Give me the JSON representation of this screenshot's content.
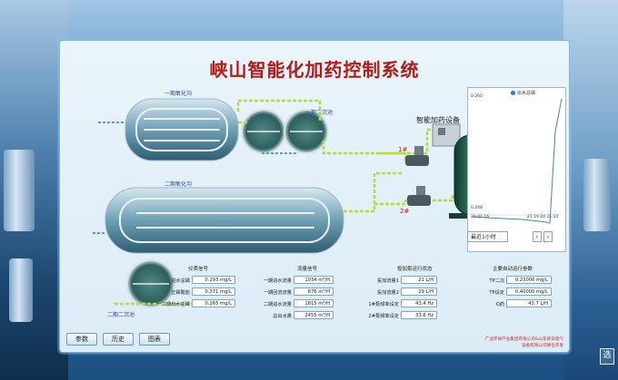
{
  "title": "峡山智能化加药控制系统",
  "diagram": {
    "label_ditch1": "一期氧化沟",
    "label_clarifier1": "一期二沉池",
    "label_ditch2": "二期氧化沟",
    "label_clarifier2": "二期二沉池",
    "label_dosing_equipment": "智能加药设备",
    "pump1_label": "1#",
    "pump2_label": "2#"
  },
  "trend": {
    "legend": "出水总磷",
    "top_value": "0.260",
    "bottom_value": "0.248",
    "x_start": "20 d1:16",
    "x_end": "21:10 20 21:22",
    "range_select": "最近1小时",
    "prev": "‹",
    "next": "›"
  },
  "instruments": {
    "header": "仪表信号",
    "items": [
      {
        "label": "进水总磷",
        "value": "0.293 mg/L"
      },
      {
        "label": "正磷酸盐",
        "value": "0.371 mg/L"
      },
      {
        "label": "一二期出水总磷",
        "value": "0.265 mg/L"
      }
    ]
  },
  "flow": {
    "header": "流量信号",
    "items": [
      {
        "label": "一期进水流量",
        "value": "1034 m³/H"
      },
      {
        "label": "一期回流流量",
        "value": "876 m³/H"
      },
      {
        "label": "二期进水流量",
        "value": "1815 m³/H"
      },
      {
        "label": "总出水量",
        "value": "2455 m³/H"
      }
    ]
  },
  "pumps": {
    "header": "投加泵运行状态",
    "items": [
      {
        "label": "投加流量1",
        "value": "21 L/H"
      },
      {
        "label": "投加流量2",
        "value": "29 L/H"
      },
      {
        "label": "1#泵频率设定",
        "value": "43.4 Hz"
      },
      {
        "label": "2#泵频率设定",
        "value": "33.6 Hz"
      }
    ]
  },
  "auto_params": {
    "header": "主要自动运行参数",
    "items": [
      {
        "label": "TP二沉",
        "value": "0.23000 mg/L"
      },
      {
        "label": "TP设定",
        "value": "0.40000 mg/L"
      },
      {
        "label": "Q药",
        "value": "43.7 L/H"
      }
    ]
  },
  "tabs": [
    "参数",
    "历史",
    "图表"
  ],
  "footer": {
    "line1": "广业环保产业集团有限公司&山东新日电气",
    "line2": "设备有限公司联合开发"
  },
  "corner_button": "选"
}
